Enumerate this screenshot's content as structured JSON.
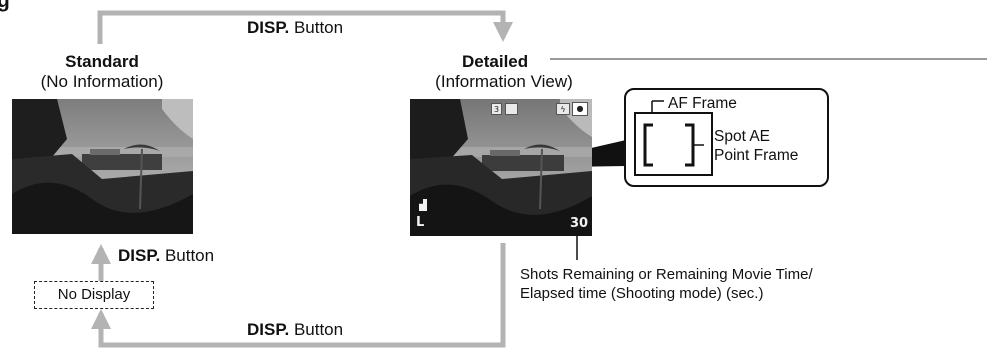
{
  "header": {
    "text": "g"
  },
  "arrows": {
    "top_label_bold": "DISP.",
    "top_label_rest": " Button",
    "left_label_bold": "DISP.",
    "left_label_rest": " Button",
    "bottom_label_bold": "DISP.",
    "bottom_label_rest": " Button",
    "color": "#b3b3b3"
  },
  "modes": {
    "standard": {
      "title": "Standard",
      "subtitle": "(No Information)"
    },
    "detailed": {
      "title": "Detailed",
      "subtitle": "(Information View)"
    },
    "no_display": {
      "label": "No Display"
    }
  },
  "callout": {
    "af_frame": "AF Frame",
    "spot_ae_line1": "Spot AE",
    "spot_ae_line2": "Point Frame"
  },
  "screen_overlay": {
    "shots_remaining": "30",
    "size_letter": "L"
  },
  "shots_description": {
    "line1": "Shots Remaining or Remaining Movie Time/",
    "line2": "Elapsed time (Shooting mode) (sec.)"
  }
}
